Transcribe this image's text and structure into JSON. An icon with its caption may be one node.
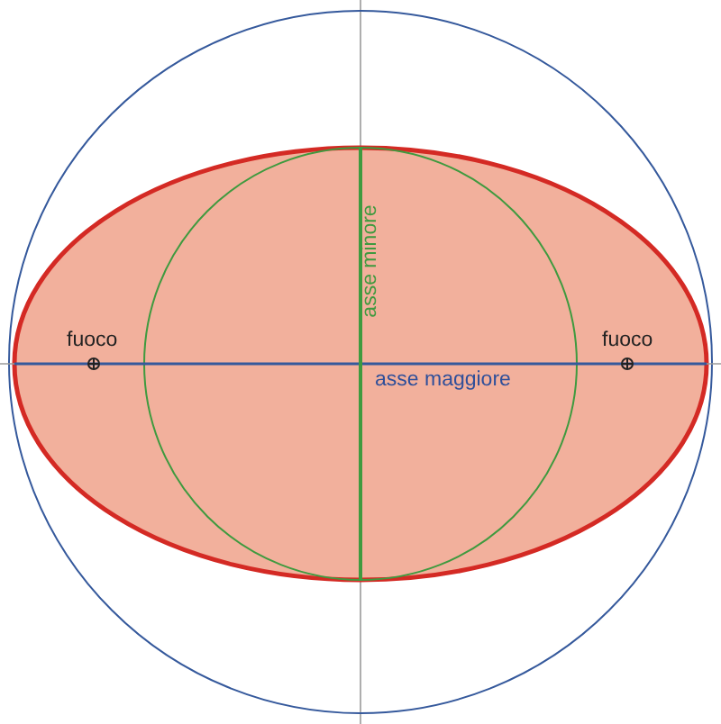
{
  "diagram": {
    "labels": [
      "asse minore",
      "fuoco",
      "fuoco",
      "asse maggiore"
    ]
  }
}
